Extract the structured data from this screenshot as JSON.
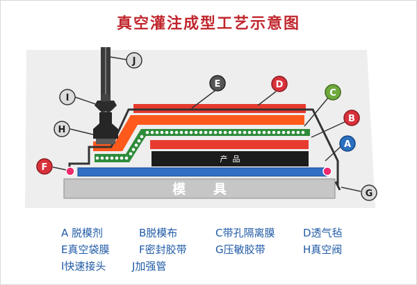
{
  "title": "真空灌注成型工艺示意图",
  "callouts": {
    "A": "A",
    "B": "B",
    "C": "C",
    "D": "D",
    "E": "E",
    "F": "F",
    "G": "G",
    "H": "H",
    "I": "I",
    "J": "J"
  },
  "layers": {
    "product": "产  品",
    "mold": "模      具"
  },
  "legend": [
    "A 脱模剂",
    "B脱模布",
    "C带孔隔离膜",
    "D透气毡",
    "E真空袋膜",
    "F密封胶带",
    "G压敏胶带",
    "H真空阀",
    "I快速接头",
    "J加强管"
  ],
  "colors": {
    "title": "#c0272d",
    "callout_red": "#d8313a",
    "callout_green": "#6fa93e",
    "callout_blue": "#2a6fc0",
    "callout_gray": "#dcdcdc",
    "bag_film": "#333333",
    "breather": "#e73b2f",
    "peel_ply": "#ff6a1c",
    "perforated_film": "#2e8b3a",
    "release_agent": "#2f6fc4",
    "mold": "#c6c6c6",
    "product": "#1c1c1c",
    "legend_text": "#1f5aa6"
  }
}
